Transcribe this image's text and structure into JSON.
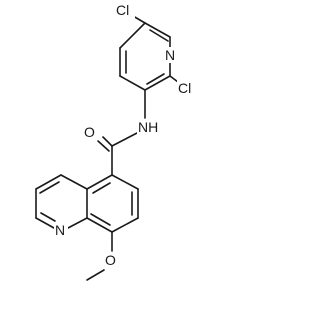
{
  "molecule": {
    "atoms": {
      "cl_top": "Cl",
      "n_pyridine": "N",
      "cl_right": "Cl",
      "nh_amide": "NH",
      "o_carbonyl": "O",
      "n_quinoline": "N",
      "o_methoxy": "O"
    }
  },
  "colors": {
    "ink": "#1a1a1a",
    "background": "#ffffff"
  }
}
